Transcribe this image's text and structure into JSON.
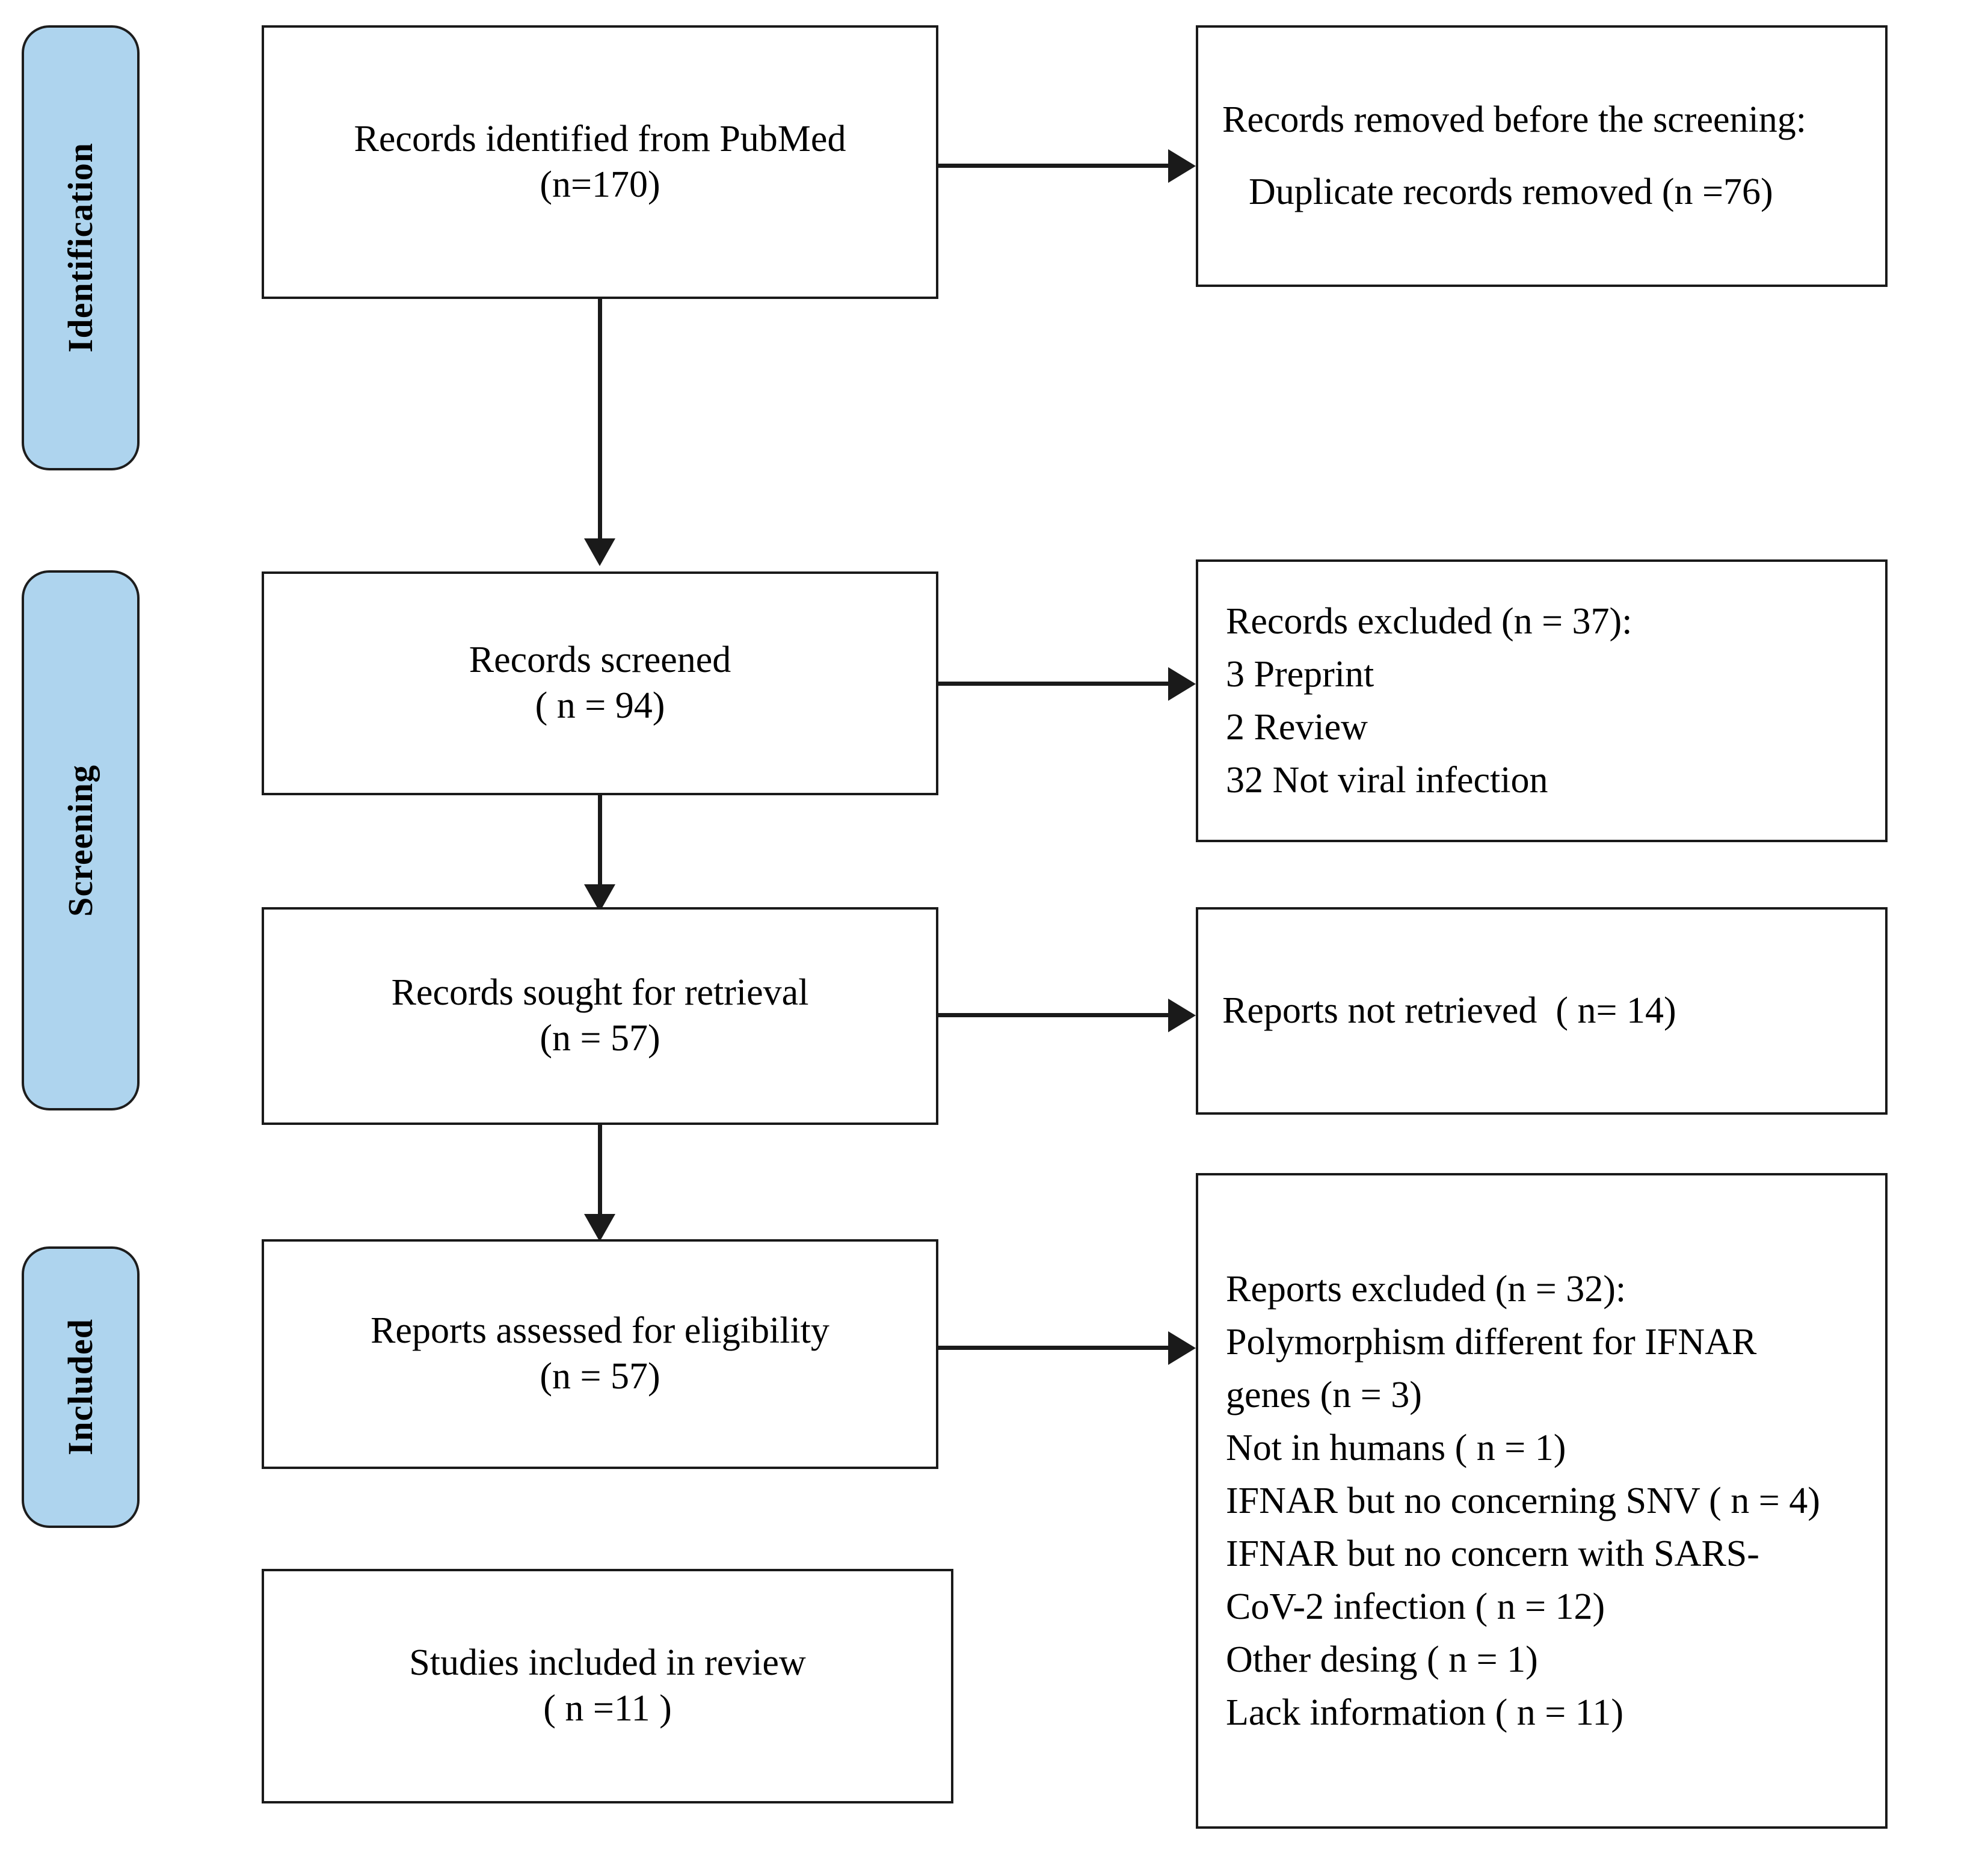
{
  "diagram": {
    "title": "PRISMA flow diagram",
    "accent_color": "#aed4ee",
    "line_color": "#1a1a1a",
    "background_color": "#ffffff"
  },
  "stages": [
    {
      "id": "identification",
      "label": "Identification"
    },
    {
      "id": "screening",
      "label": "Screening"
    },
    {
      "id": "included",
      "label": "Included"
    }
  ],
  "boxes": {
    "records_identified": {
      "line1": "Records identified from PubMed",
      "line2": "(n=170)"
    },
    "records_removed": {
      "line1": "Records removed before the screening:",
      "line2": "Duplicate records removed (n =76)"
    },
    "records_screened": {
      "line1": "Records screened",
      "line2": "( n = 94)"
    },
    "records_excluded": {
      "line1": "Records excluded (n = 37):",
      "line2": "3 Preprint",
      "line3": "2 Review",
      "line4": "32 Not viral infection"
    },
    "records_sought": {
      "line1": "Records sought for retrieval",
      "line2": "(n = 57)"
    },
    "reports_not_retrieved": {
      "line1": "Reports not retrieved  ( n= 14)"
    },
    "reports_assessed": {
      "line1": "Reports assessed for eligibility",
      "line2": "(n = 57)"
    },
    "reports_excluded": {
      "heading": "Reports excluded (n = 32):",
      "r1_a": "Polymorphism different for ",
      "r1_b": "IFNAR",
      "r2": "genes (n = 3)",
      "r3": "Not in humans ( n = 1)",
      "r4_a": "IFNAR",
      "r4_b": " but no concerning SNV ( n = 4)",
      "r5_a": "IFNAR",
      "r5_b": " but no concern with SARS-",
      "r6": "CoV-2 infection ( n = 12)",
      "r7": "Other desing ( n = 1)",
      "r8": "Lack information ( n = 11)"
    },
    "studies_included": {
      "line1": "Studies included in review",
      "line2": "( n =11 )"
    }
  }
}
